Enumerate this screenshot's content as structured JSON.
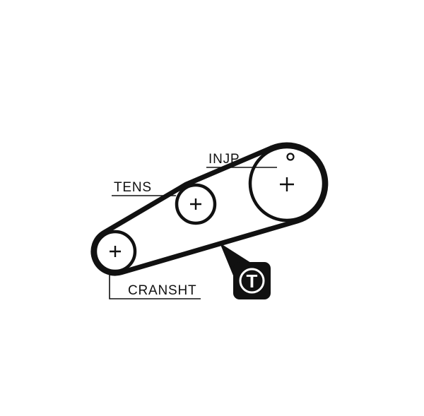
{
  "diagram": {
    "type": "timing-belt-routing-diagram",
    "labels": {
      "tensioner": "TENS",
      "injection_pump": "INJP",
      "crankshaft": "CRANSHT",
      "badge": "T"
    },
    "colors": {
      "ink": "#111111",
      "background": "#ffffff",
      "badge_background": "#111111",
      "badge_foreground": "#ffffff"
    }
  }
}
